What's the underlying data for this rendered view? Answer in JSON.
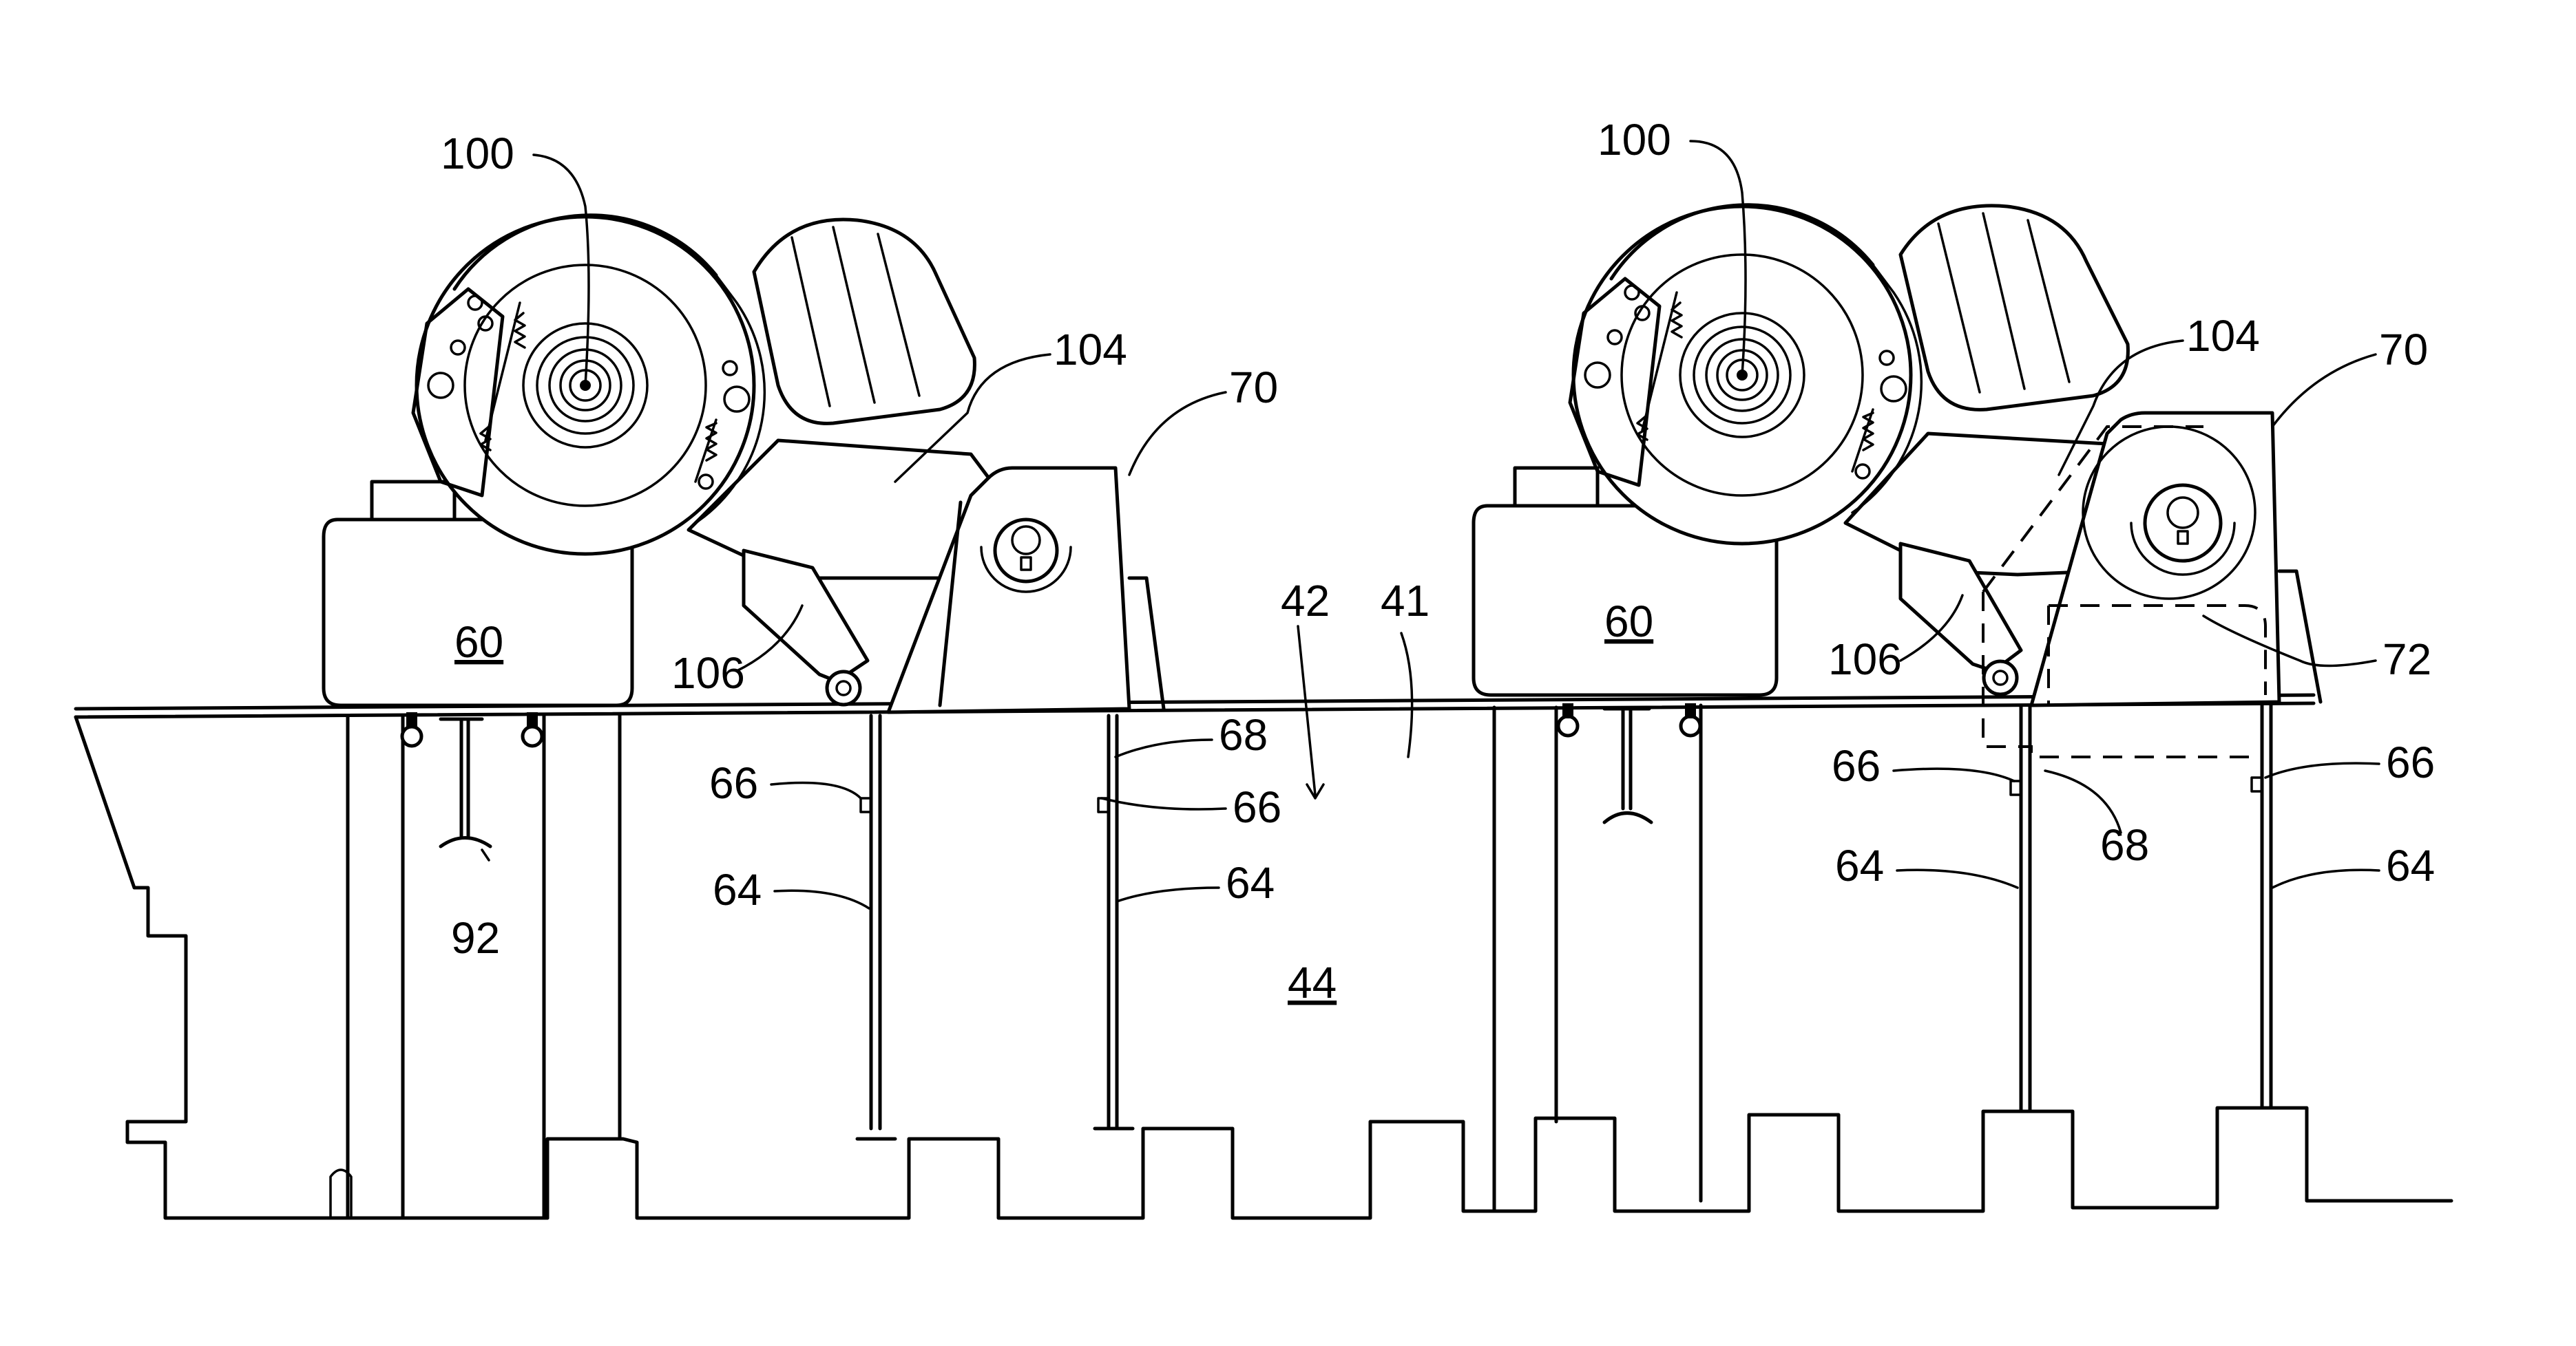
{
  "labels": {
    "assembly_left": "100",
    "assembly_right": "100",
    "arm_left": "104",
    "arm_right": "104",
    "bracket_left": "70",
    "bracket_right": "70",
    "block_left": "60",
    "block_right": "60",
    "link_left": "106",
    "link_right": "106",
    "dash_box": "72",
    "gap": "42",
    "gap_ref": "41",
    "floor": "44",
    "beam": "92",
    "flange_a": "66",
    "flange_b": "66",
    "flange_c": "66",
    "flange_d": "66",
    "plate_a": "68",
    "plate_b": "68",
    "web_a": "64",
    "web_b": "64",
    "web_c": "64",
    "web_d": "64"
  }
}
